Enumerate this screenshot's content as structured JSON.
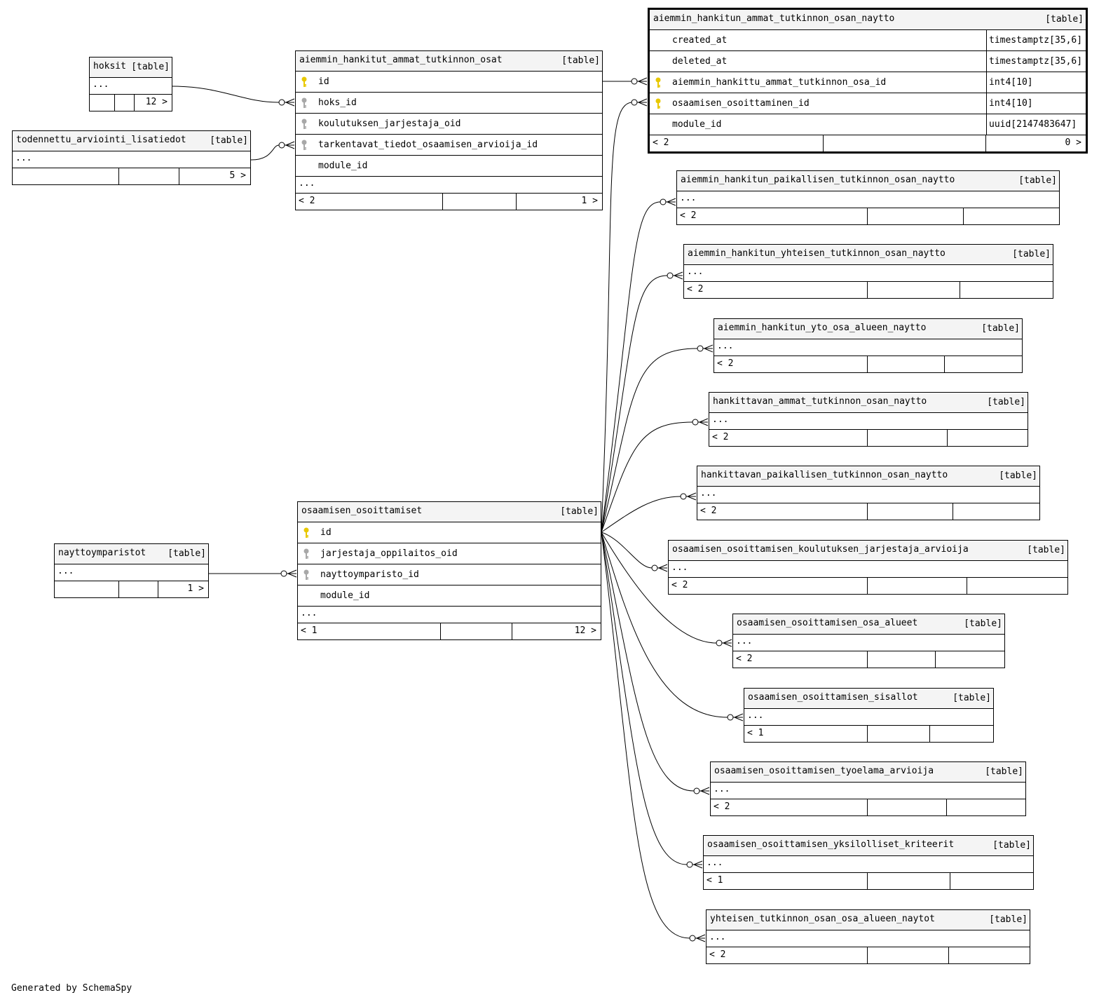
{
  "tables": [
    {
      "id": "aiemmin_hankitun_ammat_tutkinnon_osan_naytto",
      "name": "aiemmin_hankitun_ammat_tutkinnon_osan_naytto",
      "type_label": "[table]",
      "focus": true,
      "columns": [
        {
          "name": "created_at",
          "type": "timestamptz[35,6]",
          "key": ""
        },
        {
          "name": "deleted_at",
          "type": "timestamptz[35,6]",
          "key": ""
        },
        {
          "name": "aiemmin_hankittu_ammat_tutkinnon_osa_id",
          "type": "int4[10]",
          "key": "primary"
        },
        {
          "name": "osaamisen_osoittaminen_id",
          "type": "int4[10]",
          "key": "primary"
        },
        {
          "name": "module_id",
          "type": "uuid[2147483647]",
          "key": ""
        }
      ],
      "more": false,
      "parents": "< 2",
      "children": "0 >"
    },
    {
      "id": "hoksit",
      "name": "hoksit",
      "type_label": "[table]",
      "columns": [],
      "more": true,
      "parents": "",
      "children": "12 >"
    },
    {
      "id": "todennettu_arviointi_lisatiedot",
      "name": "todennettu_arviointi_lisatiedot",
      "type_label": "[table]",
      "columns": [],
      "more": true,
      "parents": "",
      "children": "5 >"
    },
    {
      "id": "aiemmin_hankitut_ammat_tutkinnon_osat",
      "name": "aiemmin_hankitut_ammat_tutkinnon_osat",
      "type_label": "[table]",
      "columns": [
        {
          "name": "id",
          "key": "primary"
        },
        {
          "name": "hoks_id",
          "key": "foreign"
        },
        {
          "name": "koulutuksen_jarjestaja_oid",
          "key": "foreign"
        },
        {
          "name": "tarkentavat_tiedot_osaamisen_arvioija_id",
          "key": "foreign"
        },
        {
          "name": "module_id",
          "key": ""
        }
      ],
      "more": true,
      "parents": "< 2",
      "children": "1 >"
    },
    {
      "id": "aiemmin_hankitun_paikallisen_tutkinnon_osan_naytto",
      "name": "aiemmin_hankitun_paikallisen_tutkinnon_osan_naytto",
      "type_label": "[table]",
      "columns": [],
      "more": true,
      "parents": "< 2",
      "children": ""
    },
    {
      "id": "aiemmin_hankitun_yhteisen_tutkinnon_osan_naytto",
      "name": "aiemmin_hankitun_yhteisen_tutkinnon_osan_naytto",
      "type_label": "[table]",
      "columns": [],
      "more": true,
      "parents": "< 2",
      "children": ""
    },
    {
      "id": "aiemmin_hankitun_yto_osa_alueen_naytto",
      "name": "aiemmin_hankitun_yto_osa_alueen_naytto",
      "type_label": "[table]",
      "columns": [],
      "more": true,
      "parents": "< 2",
      "children": ""
    },
    {
      "id": "hankittavan_ammat_tutkinnon_osan_naytto",
      "name": "hankittavan_ammat_tutkinnon_osan_naytto",
      "type_label": "[table]",
      "columns": [],
      "more": true,
      "parents": "< 2",
      "children": ""
    },
    {
      "id": "hankittavan_paikallisen_tutkinnon_osan_naytto",
      "name": "hankittavan_paikallisen_tutkinnon_osan_naytto",
      "type_label": "[table]",
      "columns": [],
      "more": true,
      "parents": "< 2",
      "children": ""
    },
    {
      "id": "osaamisen_osoittamisen_koulutuksen_jarjestaja_arvioija",
      "name": "osaamisen_osoittamisen_koulutuksen_jarjestaja_arvioija",
      "type_label": "[table]",
      "columns": [],
      "more": true,
      "parents": "< 2",
      "children": ""
    },
    {
      "id": "nayttoymparistot",
      "name": "nayttoymparistot",
      "type_label": "[table]",
      "columns": [],
      "more": true,
      "parents": "",
      "children": "1 >"
    },
    {
      "id": "osaamisen_osoittamiset",
      "name": "osaamisen_osoittamiset",
      "type_label": "[table]",
      "columns": [
        {
          "name": "id",
          "key": "primary"
        },
        {
          "name": "jarjestaja_oppilaitos_oid",
          "key": "foreign"
        },
        {
          "name": "nayttoymparisto_id",
          "key": "foreign"
        },
        {
          "name": "module_id",
          "key": ""
        }
      ],
      "more": true,
      "parents": "< 1",
      "children": "12 >"
    },
    {
      "id": "osaamisen_osoittamisen_osa_alueet",
      "name": "osaamisen_osoittamisen_osa_alueet",
      "type_label": "[table]",
      "columns": [],
      "more": true,
      "parents": "< 2",
      "children": ""
    },
    {
      "id": "osaamisen_osoittamisen_sisallot",
      "name": "osaamisen_osoittamisen_sisallot",
      "type_label": "[table]",
      "columns": [],
      "more": true,
      "parents": "< 1",
      "children": ""
    },
    {
      "id": "osaamisen_osoittamisen_tyoelama_arvioija",
      "name": "osaamisen_osoittamisen_tyoelama_arvioija",
      "type_label": "[table]",
      "columns": [],
      "more": true,
      "parents": "< 2",
      "children": ""
    },
    {
      "id": "osaamisen_osoittamisen_yksilolliset_kriteerit",
      "name": "osaamisen_osoittamisen_yksilolliset_kriteerit",
      "type_label": "[table]",
      "columns": [],
      "more": true,
      "parents": "< 1",
      "children": ""
    },
    {
      "id": "yhteisen_tutkinnon_osan_osa_alueen_naytot",
      "name": "yhteisen_tutkinnon_osan_osa_alueen_naytot",
      "type_label": "[table]",
      "columns": [],
      "more": true,
      "parents": "< 2",
      "children": ""
    }
  ],
  "relationships": [
    {
      "from": "hoksit",
      "to": "aiemmin_hankitut_ammat_tutkinnon_osat"
    },
    {
      "from": "todennettu_arviointi_lisatiedot",
      "to": "aiemmin_hankitut_ammat_tutkinnon_osat"
    },
    {
      "from": "aiemmin_hankitut_ammat_tutkinnon_osat",
      "to": "aiemmin_hankitun_ammat_tutkinnon_osan_naytto"
    },
    {
      "from": "osaamisen_osoittamiset",
      "to": "aiemmin_hankitun_ammat_tutkinnon_osan_naytto"
    },
    {
      "from": "nayttoymparistot",
      "to": "osaamisen_osoittamiset"
    },
    {
      "from": "osaamisen_osoittamiset",
      "to": "aiemmin_hankitun_paikallisen_tutkinnon_osan_naytto"
    },
    {
      "from": "osaamisen_osoittamiset",
      "to": "aiemmin_hankitun_yhteisen_tutkinnon_osan_naytto"
    },
    {
      "from": "osaamisen_osoittamiset",
      "to": "aiemmin_hankitun_yto_osa_alueen_naytto"
    },
    {
      "from": "osaamisen_osoittamiset",
      "to": "hankittavan_ammat_tutkinnon_osan_naytto"
    },
    {
      "from": "osaamisen_osoittamiset",
      "to": "hankittavan_paikallisen_tutkinnon_osan_naytto"
    },
    {
      "from": "osaamisen_osoittamiset",
      "to": "osaamisen_osoittamisen_koulutuksen_jarjestaja_arvioija"
    },
    {
      "from": "osaamisen_osoittamiset",
      "to": "osaamisen_osoittamisen_osa_alueet"
    },
    {
      "from": "osaamisen_osoittamiset",
      "to": "osaamisen_osoittamisen_sisallot"
    },
    {
      "from": "osaamisen_osoittamiset",
      "to": "osaamisen_osoittamisen_tyoelama_arvioija"
    },
    {
      "from": "osaamisen_osoittamiset",
      "to": "osaamisen_osoittamisen_yksilolliset_kriteerit"
    },
    {
      "from": "osaamisen_osoittamiset",
      "to": "yhteisen_tutkinnon_osan_osa_alueen_naytot"
    }
  ],
  "footer_text": "Generated by SchemaSpy",
  "colors": {
    "header_bg": "#f4f4f4",
    "primary_key": "#e8c800",
    "foreign_key": "#a8a8a8",
    "line": "#000000"
  }
}
